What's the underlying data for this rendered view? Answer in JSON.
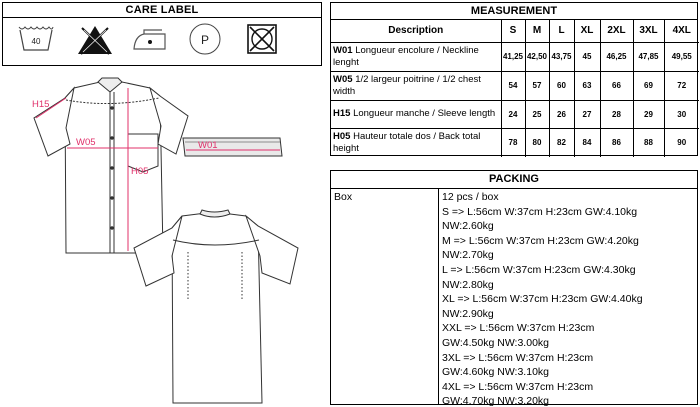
{
  "care_label": {
    "title": "CARE LABEL",
    "icons": [
      {
        "name": "wash-40-icon",
        "text": "40"
      },
      {
        "name": "no-bleach-icon"
      },
      {
        "name": "iron-low-icon"
      },
      {
        "name": "dry-clean-p-icon",
        "text": "P"
      },
      {
        "name": "no-tumble-dry-icon"
      }
    ]
  },
  "measurement": {
    "title": "MEASUREMENT",
    "headers": [
      "Description",
      "S",
      "M",
      "L",
      "XL",
      "2XL",
      "3XL",
      "4XL"
    ],
    "rows": [
      {
        "code": "W01",
        "desc": "Longueur encolure / Neckline lenght",
        "values": [
          "41,25",
          "42,50",
          "43,75",
          "45",
          "46,25",
          "47,85",
          "49,55"
        ]
      },
      {
        "code": "W05",
        "desc": "1/2 largeur poitrine / 1/2 chest width",
        "values": [
          "54",
          "57",
          "60",
          "63",
          "66",
          "69",
          "72"
        ]
      },
      {
        "code": "H15",
        "desc": "Longueur manche / Sleeve length",
        "values": [
          "24",
          "25",
          "26",
          "27",
          "28",
          "29",
          "30"
        ]
      },
      {
        "code": "H05",
        "desc": "Hauteur totale dos / Back total height",
        "values": [
          "78",
          "80",
          "82",
          "84",
          "86",
          "88",
          "90"
        ]
      }
    ]
  },
  "packing": {
    "title": "PACKING",
    "box_label": "Box",
    "lines": [
      "12 pcs / box",
      "S => L:56cm W:37cm H:23cm GW:4.10kg",
      "NW:2.60kg",
      "M => L:56cm W:37cm H:23cm GW:4.20kg",
      "NW:2.70kg",
      "L => L:56cm W:37cm H:23cm GW:4.30kg",
      "NW:2.80kg",
      "XL => L:56cm W:37cm H:23cm GW:4.40kg",
      "NW:2.90kg",
      "XXL => L:56cm W:37cm H:23cm",
      "GW:4.50kg NW:3.00kg",
      "3XL => L:56cm W:37cm H:23cm",
      "GW:4.60kg NW:3.10kg",
      "4XL => L:56cm W:37cm H:23cm",
      "GW:4.70kg NW:3.20kg"
    ]
  },
  "drawing_labels": {
    "h15": "H15",
    "w05": "W05",
    "h05": "H05",
    "w01": "W01"
  },
  "colors": {
    "measure_line": "#e0306a",
    "outline": "#333333",
    "collar_fill": "#e9e9e9"
  }
}
